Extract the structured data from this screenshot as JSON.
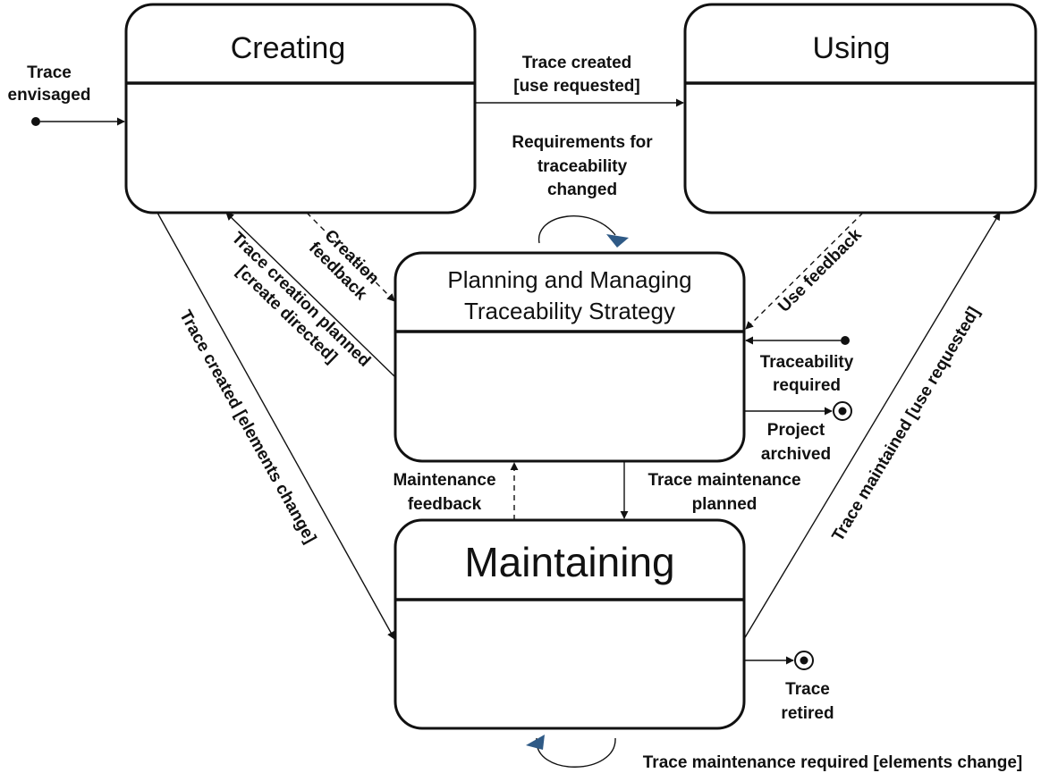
{
  "states": {
    "creating": "Creating",
    "using": "Using",
    "planning_line1": "Planning and Managing",
    "planning_line2": "Traceability Strategy",
    "maintaining": "Maintaining"
  },
  "transitions": {
    "trace_envisaged_1": "Trace",
    "trace_envisaged_2": "envisaged",
    "trace_created_use_1": "Trace created",
    "trace_created_use_2": "[use requested]",
    "req_changed_1": "Requirements for",
    "req_changed_2": "traceability",
    "req_changed_3": "changed",
    "creation_feedback_1": "Creation",
    "creation_feedback_2": "feedback",
    "creation_planned_1": "Trace creation planned",
    "creation_planned_2": "[create directed]",
    "created_elements_change": "Trace created [elements change]",
    "use_feedback": "Use feedback",
    "traceability_required_1": "Traceability",
    "traceability_required_2": "required",
    "project_archived_1": "Project",
    "project_archived_2": "archived",
    "maintenance_feedback_1": "Maintenance",
    "maintenance_feedback_2": "feedback",
    "maintenance_planned_1": "Trace maintenance",
    "maintenance_planned_2": "planned",
    "maintained_use_requested": "Trace maintained [use requested]",
    "trace_retired_1": "Trace",
    "trace_retired_2": "retired",
    "maintenance_required": "Trace maintenance required [elements change]"
  },
  "colors": {
    "line": "#111111",
    "self_loop_arrowhead": "#2f5a86"
  }
}
